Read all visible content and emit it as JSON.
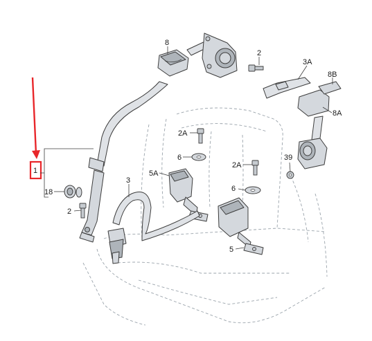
{
  "callouts": {
    "c1": "1",
    "c2_upper": "2",
    "c2_lower": "2",
    "c2A_upper": "2A",
    "c2A_lower": "2A",
    "c3": "3",
    "c3A": "3A",
    "c5": "5",
    "c5A": "5A",
    "c6_upper": "6",
    "c6_lower": "6",
    "c8": "8",
    "c8A": "8A",
    "c8B": "8B",
    "c18": "18",
    "c39": "39"
  },
  "highlight": {
    "color": "#e8262a",
    "target": "1"
  }
}
